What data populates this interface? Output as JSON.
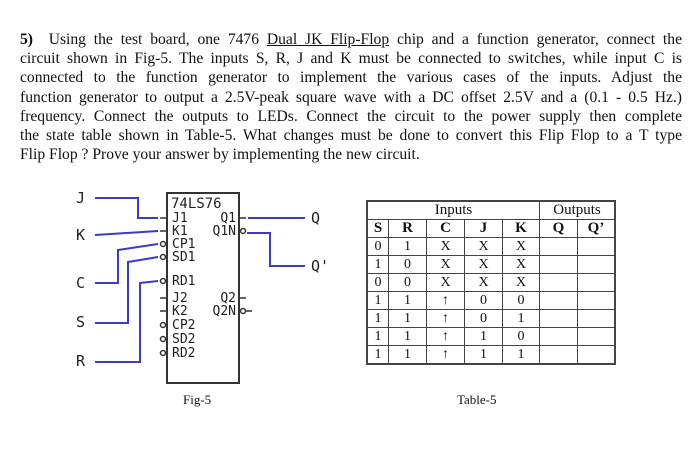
{
  "problem": {
    "number": "5)",
    "lines": [
      {
        "pre": "Using the test board, one 7476 ",
        "u": "Dual JK Flip-Flop",
        "post": " chip and a function generator, connect the"
      },
      {
        "pre": "circuit shown in Fig-5.  The inputs S, R, J and K must be connected to switches, while input C is",
        "u": "",
        "post": ""
      },
      {
        "pre": "connected to the function generator to implement the various cases of the inputs.  Adjust the",
        "u": "",
        "post": ""
      },
      {
        "pre": "function generator to output a 2.5V-peak square wave with a DC offset 2.5V and a (0.1 - 0.5 Hz.)",
        "u": "",
        "post": ""
      },
      {
        "pre": "frequency.  Connect the outputs to LEDs.  Connect the circuit to the power supply then complete",
        "u": "",
        "post": ""
      },
      {
        "pre": "the state table shown in Table-5.  What changes must be done to convert this Flip Flop to a T type",
        "u": "",
        "post": ""
      },
      {
        "pre": "Flip Flop ?  Prove your answer by implementing the new circuit.",
        "u": "",
        "post": ""
      }
    ]
  },
  "figure": {
    "chip_name": "74LS76",
    "left_pins": [
      "J1",
      "K1",
      "CP1",
      "SD1",
      "RD1",
      "J2",
      "K2",
      "CP2",
      "SD2",
      "RD2"
    ],
    "right_pins": [
      "Q1",
      "Q1N",
      "Q2",
      "Q2N"
    ],
    "inputs": [
      "J",
      "K",
      "C",
      "S",
      "R"
    ],
    "outputs": [
      "Q",
      "Q'"
    ],
    "wire_color": "#3a3ad0",
    "caption": "Fig-5"
  },
  "table": {
    "group_headers": [
      "Inputs",
      "Outputs"
    ],
    "columns": [
      "S",
      "R",
      "C",
      "J",
      "K",
      "Q",
      "Q’"
    ],
    "rows": [
      [
        "0",
        "1",
        "X",
        "X",
        "X",
        "",
        ""
      ],
      [
        "1",
        "0",
        "X",
        "X",
        "X",
        "",
        ""
      ],
      [
        "0",
        "0",
        "X",
        "X",
        "X",
        "",
        ""
      ],
      [
        "1",
        "1",
        "↑",
        "0",
        "0",
        "",
        ""
      ],
      [
        "1",
        "1",
        "↑",
        "0",
        "1",
        "",
        ""
      ],
      [
        "1",
        "1",
        "↑",
        "1",
        "0",
        "",
        ""
      ],
      [
        "1",
        "1",
        "↑",
        "1",
        "1",
        "",
        ""
      ]
    ],
    "caption": "Table-5"
  }
}
